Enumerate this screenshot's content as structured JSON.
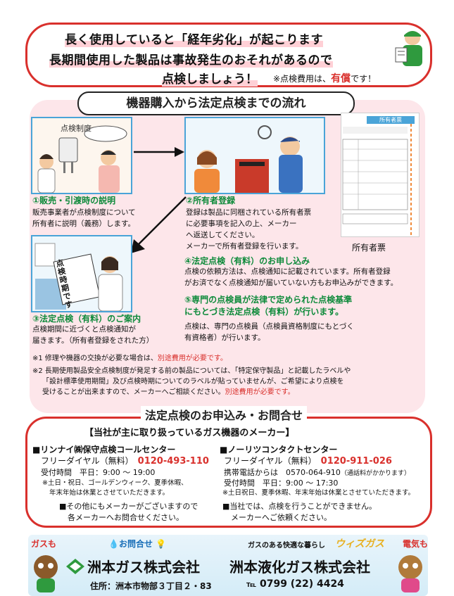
{
  "banner": {
    "line1": "長く使用していると「経年劣化」が起こります",
    "line2": "長期間使用した製品は事故発生のおそれがあるので",
    "line3": "点検しましょう！",
    "note_prefix": "※点検費用は、",
    "note_red": "有償",
    "note_suffix": "です！"
  },
  "flow": {
    "heading": "機器購入から法定点検までの流れ",
    "illus1_label": "点検制度",
    "illus3_sign": "点検時期です",
    "form_title": "所有者票",
    "form_caption": "所有者票",
    "step1": {
      "title": "①販売・引渡時の説明",
      "body1": "販売事業者が点検制度について",
      "body2": "所有者に説明（義務）します。"
    },
    "step2": {
      "title": "②所有者登録",
      "body1": "登録は製品に同梱されている所有者票",
      "body2": "に必要事項を記入の上、メーカー",
      "body3": "へ返送してください。",
      "body4": "メーカーで所有者登録を行います。"
    },
    "step3": {
      "title": "③法定点検（有料）のご案内",
      "body1": "点検期間に近づくと点検通知が",
      "body2": "届きます。（所有者登録をされた方）"
    },
    "step4": {
      "title": "④法定点検（有料）のお申し込み",
      "body1": "点検の依頼方法は、点検通知に記載されています。所有者登録",
      "body2": "がお済でなく点検通知が届いていない方もお申込みができます。"
    },
    "step5": {
      "title1": "⑤専門の点検員が法律で定められた点検基準",
      "title2": "にもとづき法定点検（有料）が行います。",
      "body1": "点検は、専門の点検員（点検員資格制度にもとづく",
      "body2": "有資格者）が行います。"
    },
    "note1_prefix": "※1 修理や機器の交換が必要な場合は、",
    "note1_red": "別途費用が必要です。",
    "note2_l1": "※2 長期使用製品安全点検制度が発足する前の製品については、「特定保守製品」と記載したラベルや",
    "note2_l2": "「設計標準使用期間」及び点検時期についてのラベルが貼っていませんが、ご希望により点検を",
    "note2_l3": "受けることが出来ますので、メーカーへご相談ください。",
    "note2_red": "別途費用が必要です。"
  },
  "contact": {
    "heading": "法定点検のお申込み・お問合せ",
    "makers_title": "【当社が主に取り扱っているガス機器のメーカー】",
    "rinnai": {
      "name": "■リンナイ㈱保守点検コールセンター",
      "tel_label": "フリーダイヤル（無料）",
      "tel": "0120-493-110",
      "hours": "受付時間　平日：9:00 ～ 19:00",
      "holiday1": "※土日・祝日、ゴールデンウィーク、夏季休暇、",
      "holiday2": "年末年始は休業とさせていただきます。"
    },
    "noritz": {
      "name": "■ノーリツコンタクトセンター",
      "tel_label": "フリーダイヤル（無料）",
      "tel": "0120-911-026",
      "mobile_label": "携帯電話からは",
      "mobile": "0570-064-910",
      "mobile_note": "（通話料がかかります）",
      "hours": "受付時間　平日：9:00 ～ 17:30",
      "holiday": "※土日祝日、夏季休暇、年末年始は休業とさせていただきます。"
    },
    "other1": "■その他にもメーカーがございますので",
    "other2": "各メーカーへお問合せください。",
    "warn1": "■当社では、点検を行うことができません。",
    "warn2": "メーカーへご依頼ください。"
  },
  "footer": {
    "gas_mo": "ガスも",
    "otoiawase": "お問合せ",
    "slogan": "ガスのある快適な暮らし",
    "wizgas": "ウィズガス",
    "denki_mo": "電気も",
    "company1": "洲本ガス株式会社",
    "company2": "洲本液化ガス株式会社",
    "address": "住所：洲本市物部３丁目２・83",
    "tel_label": "℡",
    "tel": "0799 (22) 4424"
  },
  "colors": {
    "accent_red": "#d9302c",
    "step_green": "#0d8a3a",
    "panel_pink": "#fde6ea",
    "frame_blue": "#4aa4d8"
  }
}
